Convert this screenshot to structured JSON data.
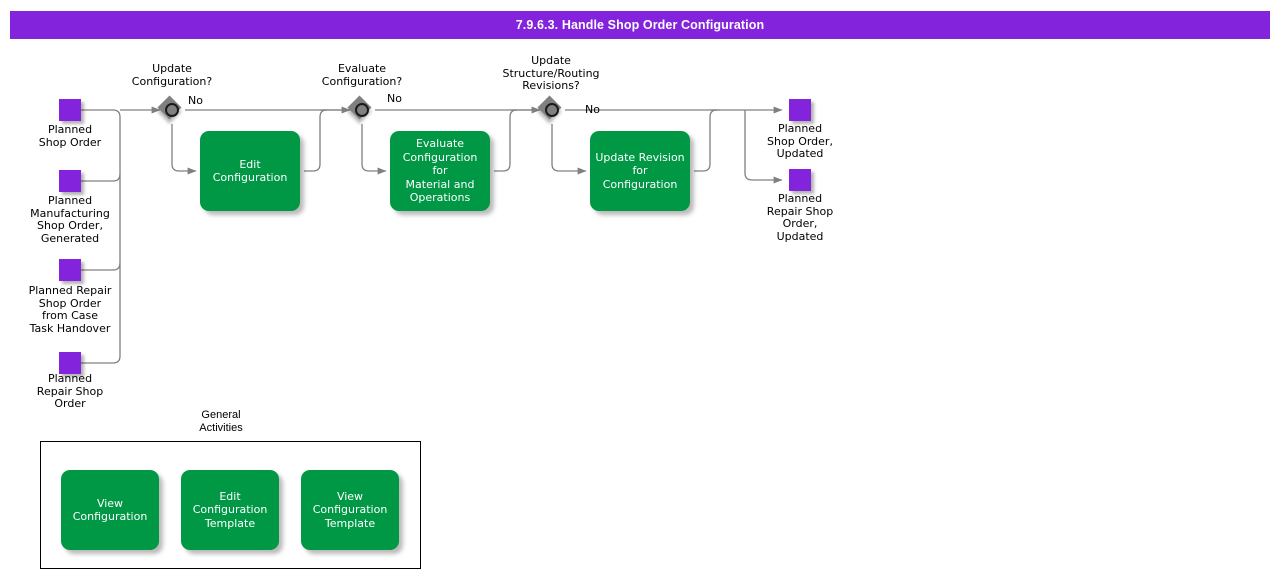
{
  "header": {
    "title": "7.9.6.3. Handle Shop Order Configuration",
    "background_color": "#8423DC",
    "text_color": "#FFFFFF"
  },
  "theme": {
    "event_color": "#8423DC",
    "task_color": "#009845",
    "gateway_color": "#808080",
    "connector_color": "#808080",
    "text_color": "#000000"
  },
  "diagram": {
    "type": "bpmn-process-flow",
    "start_events": [
      {
        "id": "planned-shop-order",
        "label": "Planned\nShop Order"
      },
      {
        "id": "planned-manufacturing-shop-order-generated",
        "label": "Planned\nManufacturing\nShop Order,\nGenerated"
      },
      {
        "id": "planned-repair-shop-order-from-case-task-handover",
        "label": "Planned Repair\nShop Order\nfrom Case\nTask Handover"
      },
      {
        "id": "planned-repair-shop-order",
        "label": "Planned\nRepair Shop\nOrder"
      }
    ],
    "gateways": [
      {
        "id": "update-configuration",
        "label": "Update\nConfiguration?",
        "edge_label": "No",
        "kind": "inclusive"
      },
      {
        "id": "evaluate-configuration",
        "label": "Evaluate\nConfiguration?",
        "edge_label": "No",
        "kind": "inclusive"
      },
      {
        "id": "update-structure-routing-revisions",
        "label": "Update\nStructure/Routing\nRevisions?",
        "edge_label": "No",
        "kind": "inclusive"
      }
    ],
    "tasks": [
      {
        "id": "edit-configuration",
        "label": "Edit\nConfiguration"
      },
      {
        "id": "evaluate-configuration-for-material-and-operations",
        "label": "Evaluate\nConfiguration for\nMaterial and\nOperations"
      },
      {
        "id": "update-revision-for-configuration",
        "label": "Update Revision\nfor\nConfiguration"
      }
    ],
    "end_events": [
      {
        "id": "planned-shop-order-updated",
        "label": "Planned\nShop Order,\nUpdated"
      },
      {
        "id": "planned-repair-shop-order-updated",
        "label": "Planned\nRepair Shop\nOrder,\nUpdated"
      }
    ],
    "general_activities": {
      "label": "General\nActivities",
      "tasks": [
        {
          "id": "view-configuration",
          "label": "View\nConfiguration"
        },
        {
          "id": "edit-configuration-template",
          "label": "Edit\nConfiguration\nTemplate"
        },
        {
          "id": "view-configuration-template",
          "label": "View\nConfiguration\nTemplate"
        }
      ]
    }
  }
}
